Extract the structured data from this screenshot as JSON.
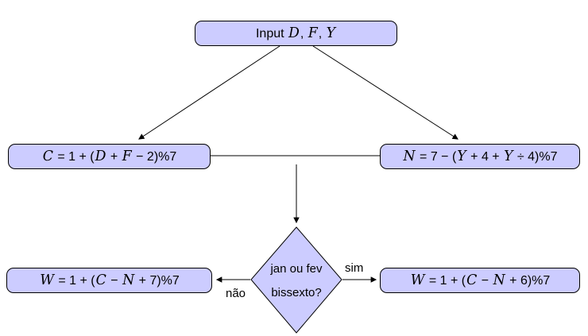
{
  "colors": {
    "node_fill": "#ccccff",
    "node_border": "#000000",
    "edge": "#000000",
    "background": "#ffffff"
  },
  "nodes": {
    "input": {
      "label": "Input D, F, Y"
    },
    "c": {
      "label": "C = 1 + (D + F − 2)%7"
    },
    "n": {
      "label": "N = 7 − (Y + 4 + Y ÷ 4)%7"
    },
    "decision": {
      "line1": "jan ou fev",
      "line2": "bissexto?"
    },
    "w_no": {
      "label": "W = 1 + (C − N + 7)%7"
    },
    "w_yes": {
      "label": "W = 1 + (C − N + 6)%7"
    }
  },
  "edge_labels": {
    "no": "não",
    "yes": "sim"
  }
}
